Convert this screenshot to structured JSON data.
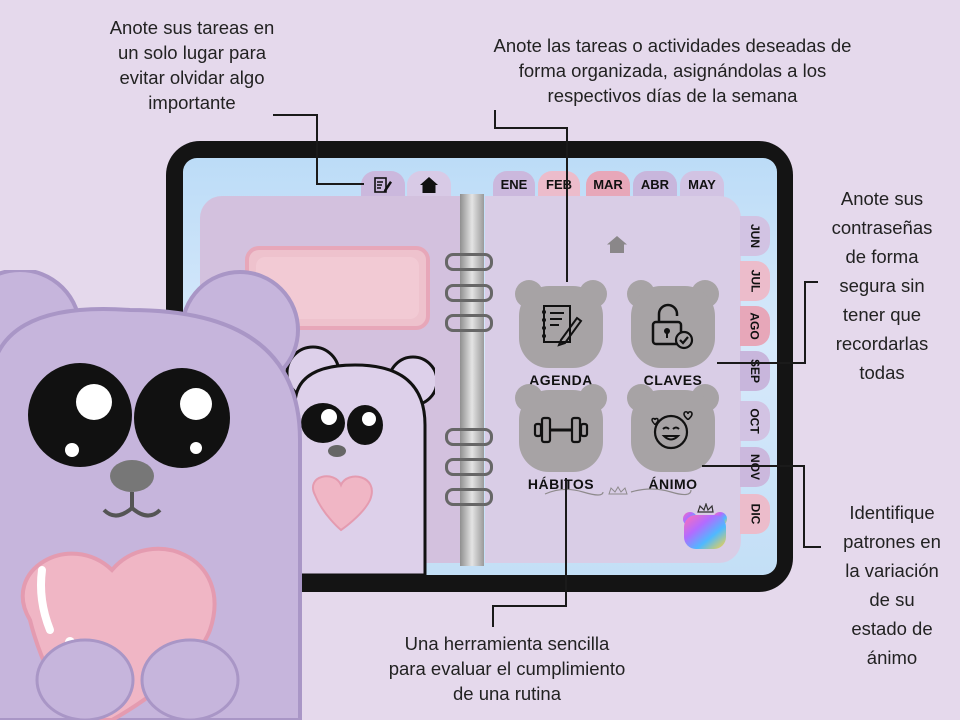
{
  "callouts": {
    "top_left": [
      "Anote sus tareas en",
      "un solo lugar para",
      "evitar olvidar algo",
      "importante"
    ],
    "top_center": [
      "Anote las tareas o actividades deseadas de",
      "forma organizada, asignándolas a los",
      "respectivos días de la semana"
    ],
    "right_top": [
      "Anote sus",
      "contraseñas",
      "de forma",
      "segura sin",
      "tener que",
      "recordarlas",
      "todas"
    ],
    "right_bottom": [
      "Identifique",
      "patrones en",
      "la variación",
      "de su",
      "estado de",
      "ánimo"
    ],
    "bottom": [
      "Una herramienta sencilla",
      "para evaluar el cumplimiento",
      "de una rutina"
    ]
  },
  "months_top": [
    "ENE",
    "FEB",
    "MAR",
    "ABR",
    "MAY"
  ],
  "months_side": [
    "JUN",
    "JUL",
    "AGO",
    "SEP",
    "OCT",
    "NOV",
    "DIC"
  ],
  "menu": {
    "agenda": "AGENDA",
    "claves": "CLAVES",
    "habitos": "HÁBITOS",
    "animo": "ÁNIMO"
  },
  "icons": {
    "notes_tab": "notepad-pencil-icon",
    "home_tab": "home-icon",
    "home_small": "home-icon",
    "agenda": "notebook-pencil-icon",
    "claves": "unlocked-padlock-icon",
    "habitos": "dumbbell-icon",
    "animo": "smiling-face-hearts-icon",
    "app_logo": "rainbow-bear-crown-icon"
  },
  "colors": {
    "background": "#e5d9ec",
    "page_left": "#d3c1de",
    "page_right": "#d9cde6",
    "tab_lilac": "#cbb8dd",
    "tab_pink": "#ecbccb",
    "menu_gray": "#a7a3a5",
    "bear_body": "#c6b5dc",
    "heart_pink": "#f0b6c5"
  }
}
